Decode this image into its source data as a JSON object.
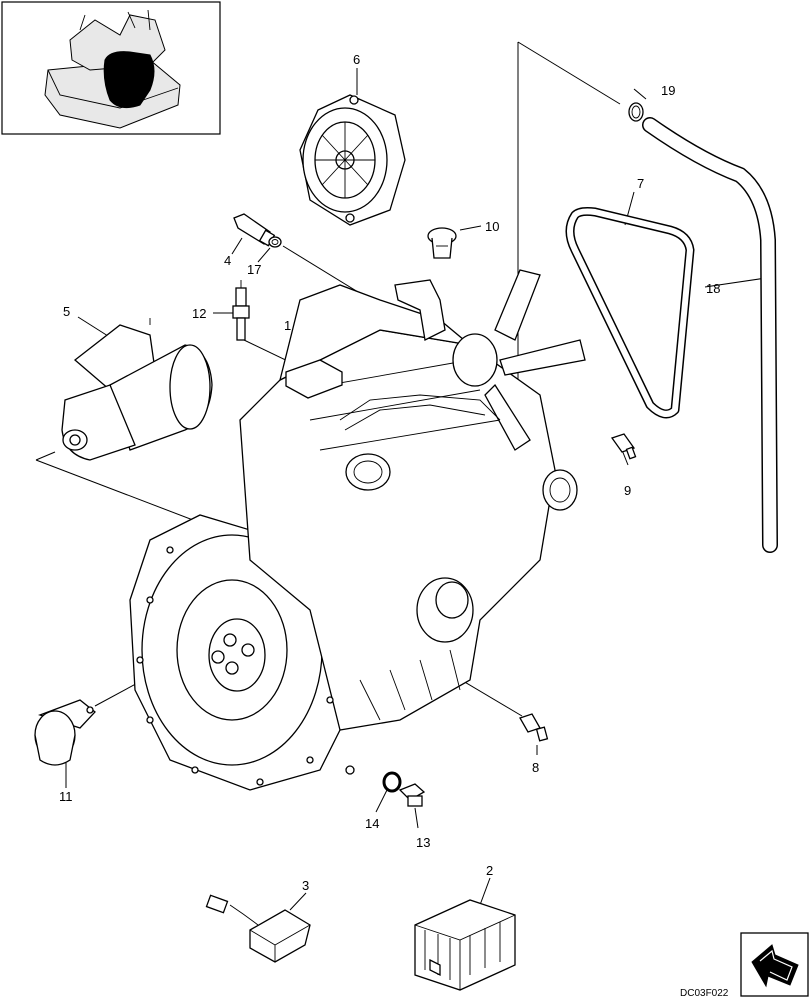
{
  "diagram": {
    "drawing_code": "DC03F022",
    "callouts": [
      {
        "id": "c1",
        "label": "1"
      },
      {
        "id": "c2",
        "label": "2"
      },
      {
        "id": "c3",
        "label": "3"
      },
      {
        "id": "c4",
        "label": "4"
      },
      {
        "id": "c5",
        "label": "5"
      },
      {
        "id": "c6",
        "label": "6"
      },
      {
        "id": "c7",
        "label": "7"
      },
      {
        "id": "c8",
        "label": "8"
      },
      {
        "id": "c9",
        "label": "9"
      },
      {
        "id": "c10",
        "label": "10"
      },
      {
        "id": "c11",
        "label": "11"
      },
      {
        "id": "c12",
        "label": "12"
      },
      {
        "id": "c13",
        "label": "13"
      },
      {
        "id": "c14",
        "label": "14"
      },
      {
        "id": "c17",
        "label": "17"
      },
      {
        "id": "c18",
        "label": "18"
      },
      {
        "id": "c19",
        "label": "19"
      }
    ]
  }
}
